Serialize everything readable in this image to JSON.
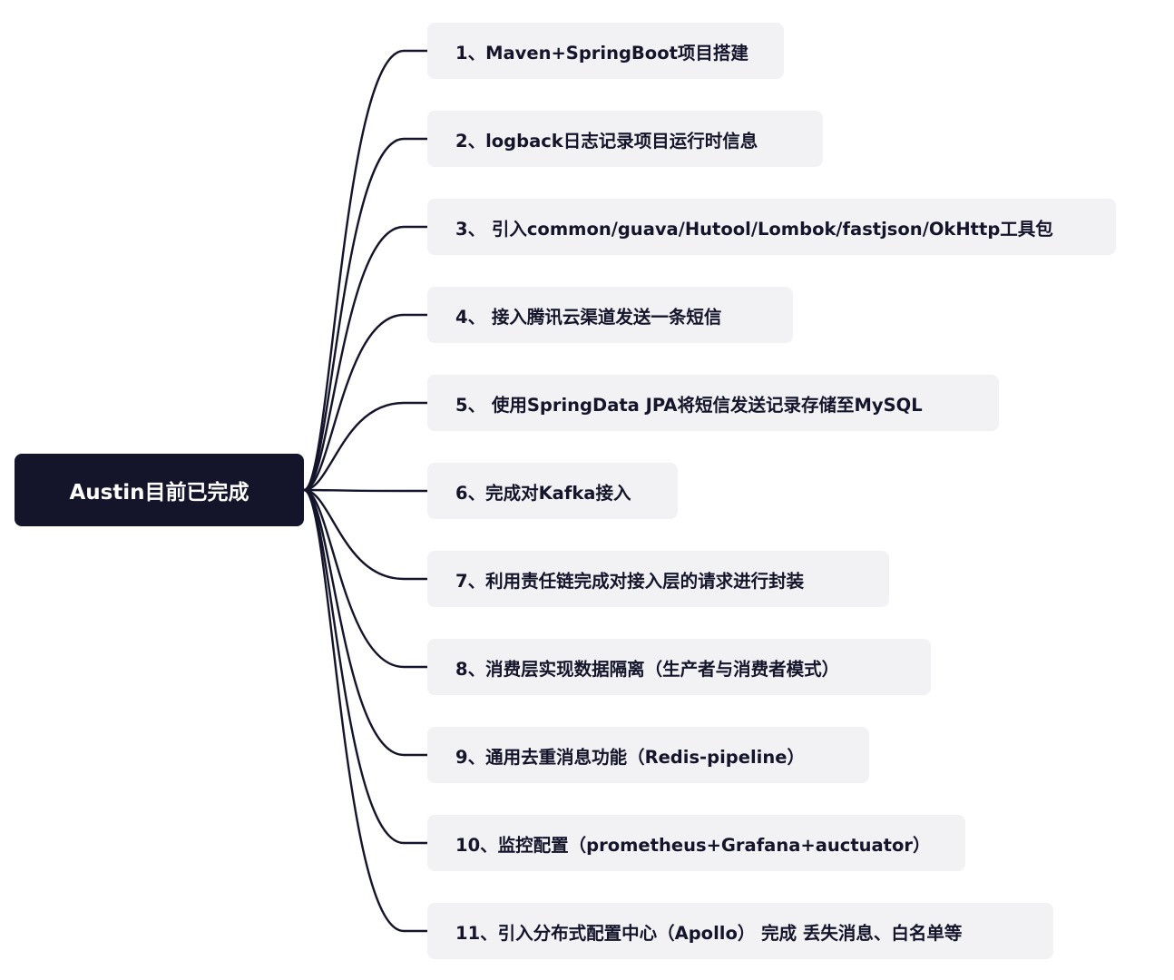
{
  "root": {
    "label": "Austin目前已完成"
  },
  "branches": [
    {
      "label": "1、Maven+SpringBoot项目搭建"
    },
    {
      "label": "2、logback日志记录项目运行时信息"
    },
    {
      "label": "3、 引入common/guava/Hutool/Lombok/fastjson/OkHttp工具包"
    },
    {
      "label": "4、 接入腾讯云渠道发送一条短信"
    },
    {
      "label": "5、 使用SpringData JPA将短信发送记录存储至MySQL"
    },
    {
      "label": "6、完成对Kafka接入"
    },
    {
      "label": "7、利用责任链完成对接入层的请求进行封装"
    },
    {
      "label": "8、消费层实现数据隔离（生产者与消费者模式）"
    },
    {
      "label": "9、通用去重消息功能（Redis-pipeline）"
    },
    {
      "label": "10、监控配置（prometheus+Grafana+auctuator）"
    },
    {
      "label": "11、引入分布式配置中心（Apollo） 完成 丢失消息、白名单等"
    }
  ],
  "colors": {
    "root_bg": "#14142b",
    "root_text": "#ffffff",
    "branch_bg": "#f2f2f4",
    "branch_text": "#14142b",
    "connector": "#14142b"
  }
}
